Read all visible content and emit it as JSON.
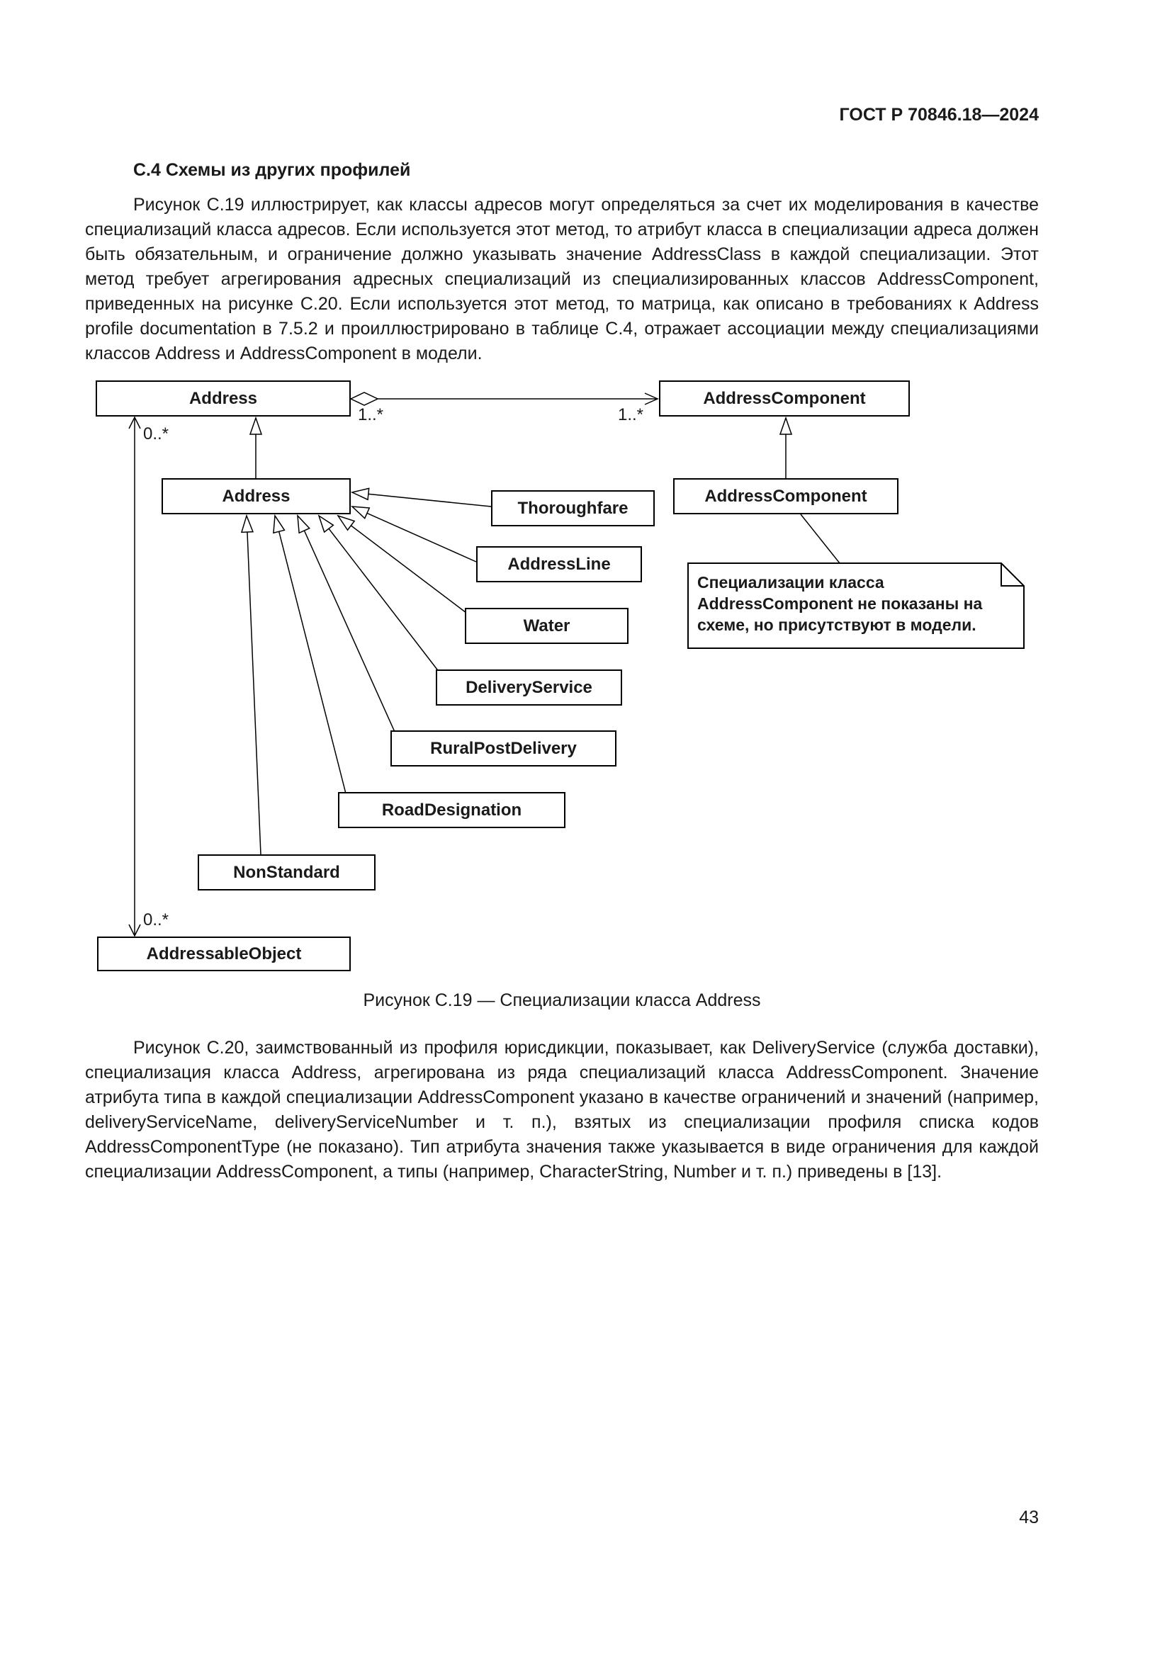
{
  "page": {
    "header": "ГОСТ Р 70846.18—2024",
    "page_number": "43"
  },
  "section": {
    "heading": "С.4 Схемы из других профилей",
    "para1": "Рисунок С.19 иллюстрирует, как классы адресов могут определяться за счет их моделирования в качестве специализаций класса адресов. Если используется этот метод, то атрибут класса в специализации адреса должен быть обязательным, и ограничение должно указывать значение AddressClass в каждой специализации. Этот метод требует агрегирования адресных специализаций из специализированных классов AddressComponent, приведенных на рисунке С.20. Если используется этот метод, то матрица, как описано в требованиях к Address profile documentation в 7.5.2 и проиллюстрировано в таблице С.4, отражает ассоциации между специализациями классов Address и AddressComponent в модели.",
    "para2": "Рисунок С.20, заимствованный из профиля юрисдикции, показывает, как DeliveryService (служба доставки), специализация класса Address, агрегирована из ряда специализаций класса AddressComponent. Значение атрибута типа в каждой специализации AddressComponent указано в качестве ограничений и значений (например, deliveryServiceName, deliveryServiceNumber и т. п.), взятых из специализации профиля списка кодов AddressComponentType (не показано). Тип атрибута значения также указывается в виде ограничения для каждой специализации AddressComponent, а типы (например, CharacterString, Number и т. п.) приведены в [13]."
  },
  "figure": {
    "caption": "Рисунок С.19 — Специализации класса Address",
    "boxes": {
      "address_top": "Address",
      "address_component_top": "AddressComponent",
      "address_sub": "Address",
      "address_component_sub": "AddressComponent",
      "thoroughfare": "Thoroughfare",
      "address_line": "AddressLine",
      "water": "Water",
      "delivery_service": "DeliveryService",
      "rural_post_delivery": "RuralPostDelivery",
      "road_designation": "RoadDesignation",
      "non_standard": "NonStandard",
      "addressable_object": "AddressableObject"
    },
    "note": "Специализации класса AddressComponent не показаны на схеме, но присутствуют в модели.",
    "multiplicities": {
      "assoc_left": "1..*",
      "assoc_right": "1..*",
      "agg_top": "0..*",
      "agg_bottom": "0..*"
    }
  }
}
